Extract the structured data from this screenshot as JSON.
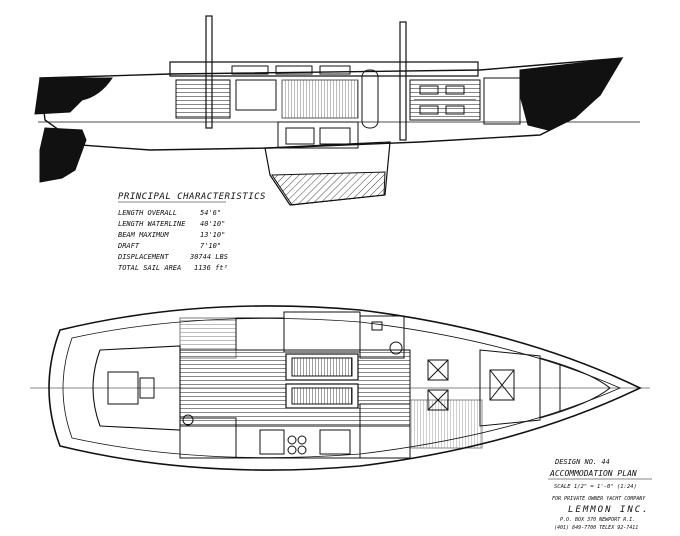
{
  "characteristics": {
    "heading": "PRINCIPAL CHARACTERISTICS",
    "rows": [
      {
        "label": "LENGTH OVERALL",
        "value": "54'6\""
      },
      {
        "label": "LENGTH WATERLINE",
        "value": "40'10\""
      },
      {
        "label": "BEAM MAXIMUM",
        "value": "13'10\""
      },
      {
        "label": "DRAFT",
        "value": "7'10\""
      },
      {
        "label": "DISPLACEMENT",
        "value": "30744 LBS"
      },
      {
        "label": "TOTAL SAIL AREA",
        "value": "1136 ft²"
      }
    ]
  },
  "title_block": {
    "design_no": "DESIGN NO. 44",
    "drawing_title": "ACCOMMODATION PLAN",
    "scale": "SCALE 1/2\" = 1'-0\" (1:24)",
    "prepared_for": "FOR PRIVATE OWNER YACHT COMPANY",
    "firm": "LEMMON INC.",
    "address": "P.O. BOX 370 NEWPORT R.I.",
    "phone": "(401) 849-7700  TELEX 92-7411"
  },
  "colors": {
    "ink": "#111111",
    "paper": "#ffffff"
  }
}
